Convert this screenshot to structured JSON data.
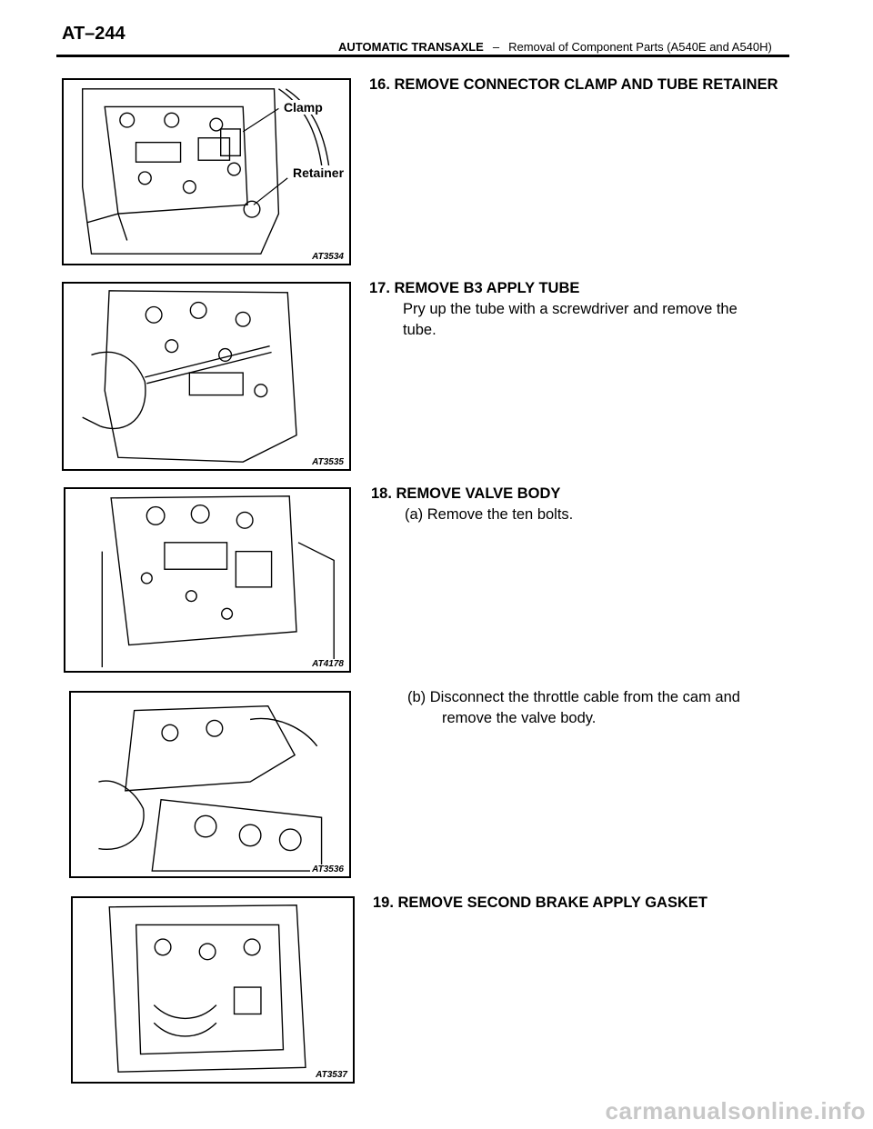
{
  "header": {
    "page_number": "AT–244",
    "section": "AUTOMATIC TRANSAXLE",
    "separator": "–",
    "subsection": "Removal of Component Parts (A540E and A540H)"
  },
  "steps": [
    {
      "title": "16. REMOVE CONNECTOR CLAMP AND TUBE RETAINER"
    },
    {
      "title": "17. REMOVE B3 APPLY TUBE",
      "line1": "Pry up the tube with a screwdriver and remove the",
      "line2": "tube."
    },
    {
      "title": "18. REMOVE VALVE BODY",
      "a": "(a) Remove the ten bolts.",
      "b1": "(b) Disconnect the throttle cable from the cam and",
      "b2": "remove the valve body."
    },
    {
      "title": "19. REMOVE SECOND BRAKE APPLY GASKET"
    }
  ],
  "figures": [
    {
      "code": "AT3534",
      "callouts": [
        "Clamp",
        "Retainer"
      ]
    },
    {
      "code": "AT3535"
    },
    {
      "code": "AT4178"
    },
    {
      "code": "AT3536"
    },
    {
      "code": "AT3537"
    }
  ],
  "watermark": "carmanualsonline.info"
}
